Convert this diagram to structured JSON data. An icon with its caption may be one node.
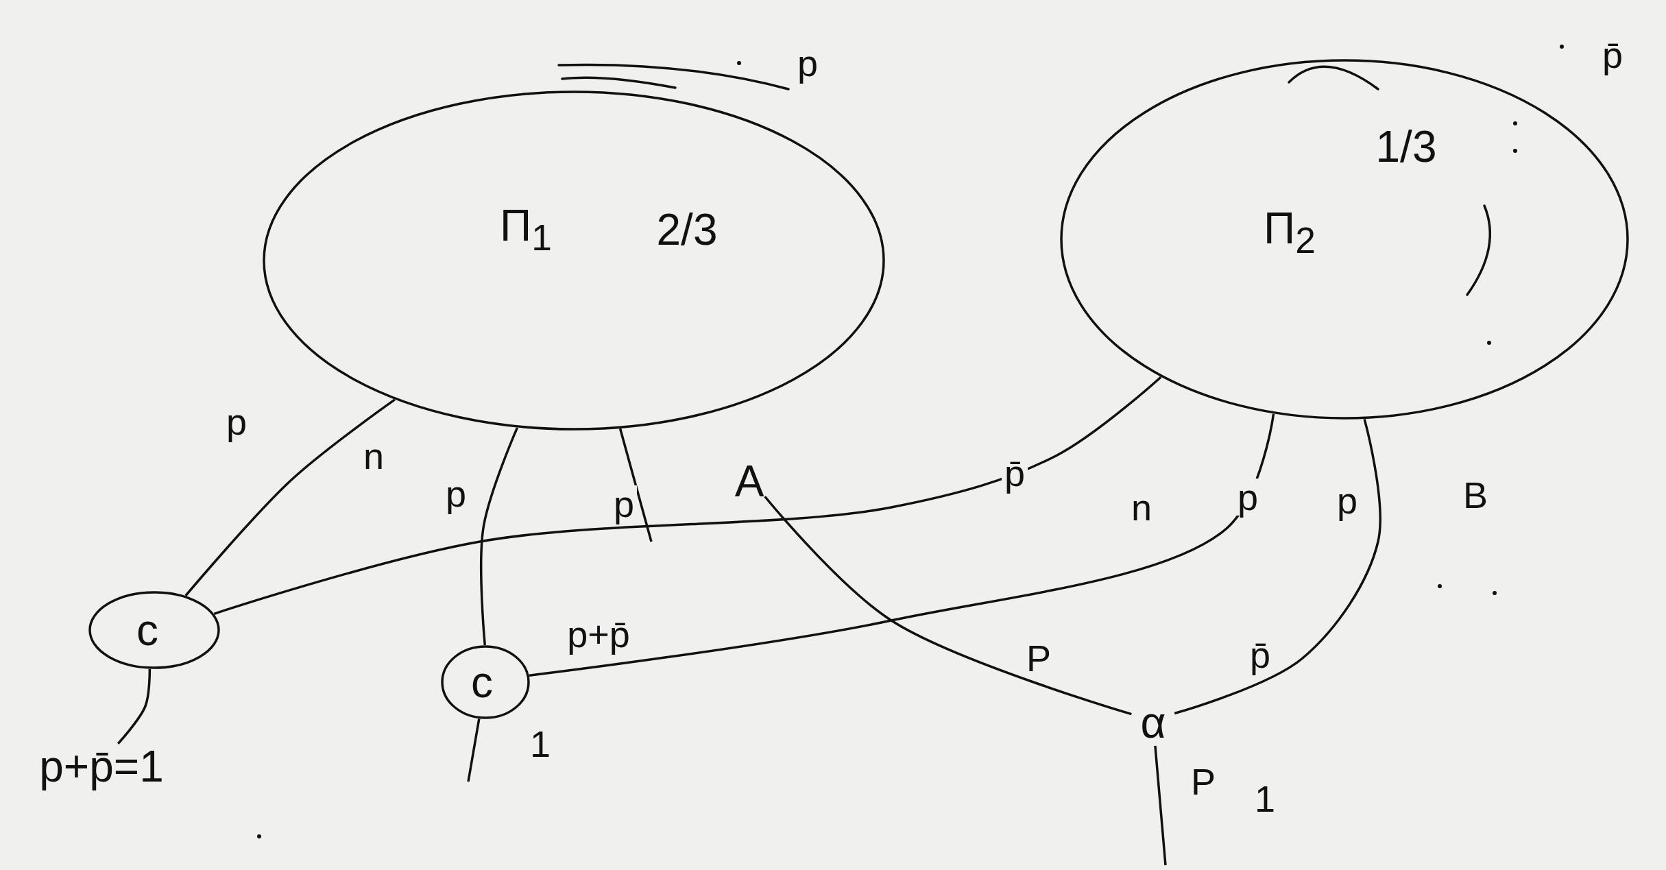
{
  "diagram": {
    "nodes": [
      {
        "text": [
          "Π$_{1}$",
          "2/3"
        ]
      },
      {
        "text": [
          "Π$_{2}$",
          "1/3"
        ]
      },
      {
        "text": [
          "c"
        ]
      },
      {
        "text": [
          "c"
        ],
        "beside": [
          "p+p̄",
          "1"
        ]
      },
      {
        "text": [
          "α"
        ]
      },
      {
        "text": [
          "A"
        ]
      },
      {
        "text": [
          "p+p̄=1"
        ]
      }
    ],
    "edges": [
      {
        "from": 0,
        "to": 2,
        "arrow": "none",
        "label": "p"
      },
      {
        "from": 0,
        "to": 3,
        "arrow": "none",
        "label": "p"
      },
      {
        "from": 3,
        "to": null,
        "arrow": "none"
      },
      {
        "from": 2,
        "to": 1,
        "arrow": "none",
        "label": "p̄"
      },
      {
        "from": 0,
        "to": null,
        "arrow": "none",
        "label": "p"
      },
      {
        "from": 3,
        "to": 1,
        "arrow": "none",
        "label": "p"
      },
      {
        "from": 4,
        "to": 1,
        "arrow": "none",
        "label": "p̄"
      },
      {
        "from": 5,
        "to": 4,
        "arrow": "none",
        "label": "P"
      },
      {
        "from": 4,
        "to": null,
        "arrow": "none"
      },
      {
        "from": 2,
        "to": 6,
        "arrow": "none"
      }
    ],
    "labels": [
      "p",
      "p̄",
      "n",
      "n",
      "p",
      "B",
      "P",
      "1"
    ]
  }
}
